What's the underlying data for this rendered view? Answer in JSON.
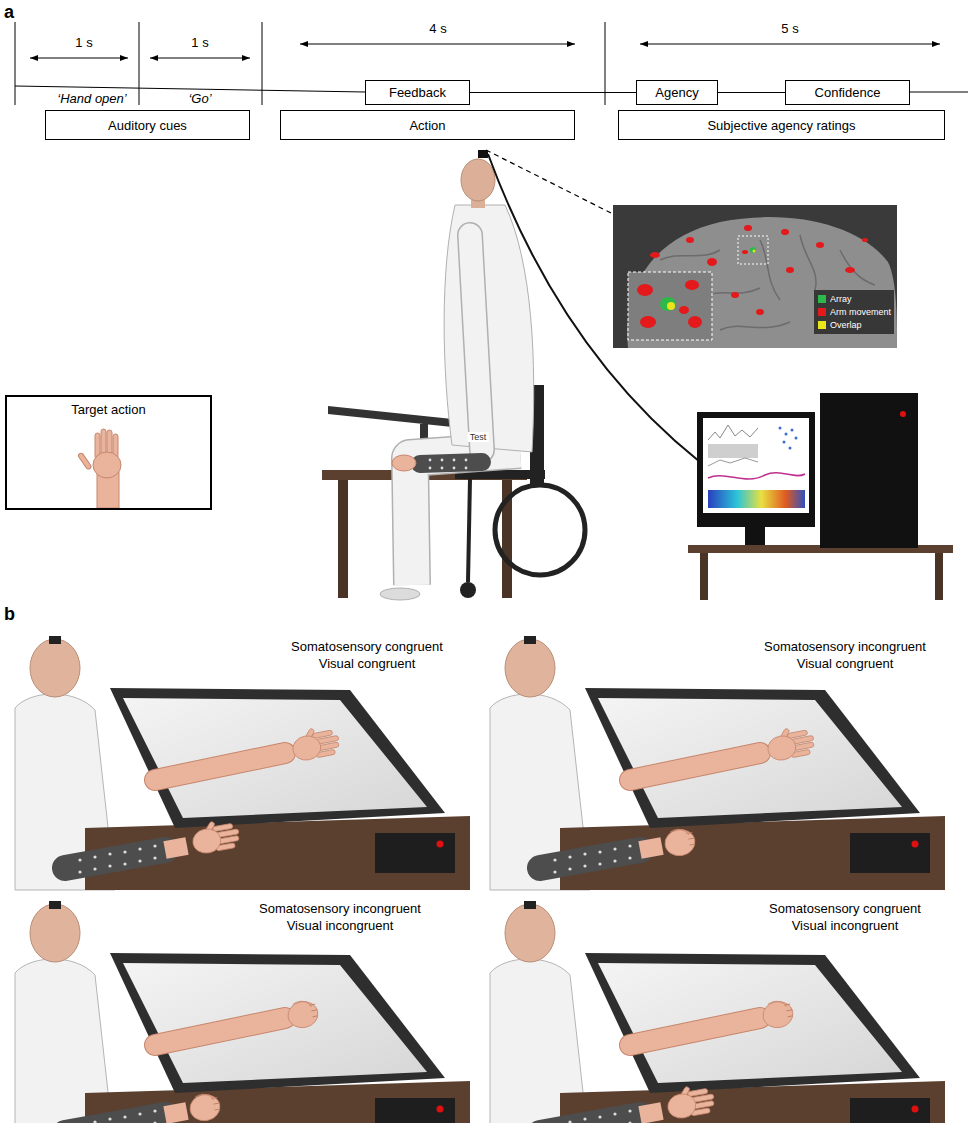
{
  "diagram": {
    "nodes": [
      {
        "text": [
          "Feedback"
        ]
      },
      {
        "text": [
          "Agency"
        ]
      },
      {
        "text": [
          "Confidence"
        ]
      },
      {
        "text": [
          "Auditory cues"
        ]
      },
      {
        "text": [
          "Action"
        ]
      },
      {
        "text": [
          "Subjective agency ratings"
        ]
      },
      {
        "text": [
          "Target action"
        ]
      }
    ],
    "edges": [
      {
        "from": 0,
        "to": 1,
        "arrow": "none"
      },
      {
        "from": 1,
        "to": 2,
        "arrow": "none"
      }
    ],
    "labels": [
      "a",
      "1 s",
      "1 s",
      "4 s",
      "5 s",
      "‘Hand open’",
      "‘Go’",
      "Test",
      "b",
      "Somatosensory congruent",
      "Visual congruent",
      "Somatosensory incongruent",
      "Visual congruent",
      "Somatosensory incongruent",
      "Visual incongruent",
      "Somatosensory congruent",
      "Visual incongruent"
    ],
    "legend": [
      {
        "text": "Array",
        "color": "#2db84a"
      },
      {
        "text": "Arm movement",
        "color": "#e3191c"
      },
      {
        "text": "Overlap",
        "color": "#e8e51a"
      }
    ]
  }
}
